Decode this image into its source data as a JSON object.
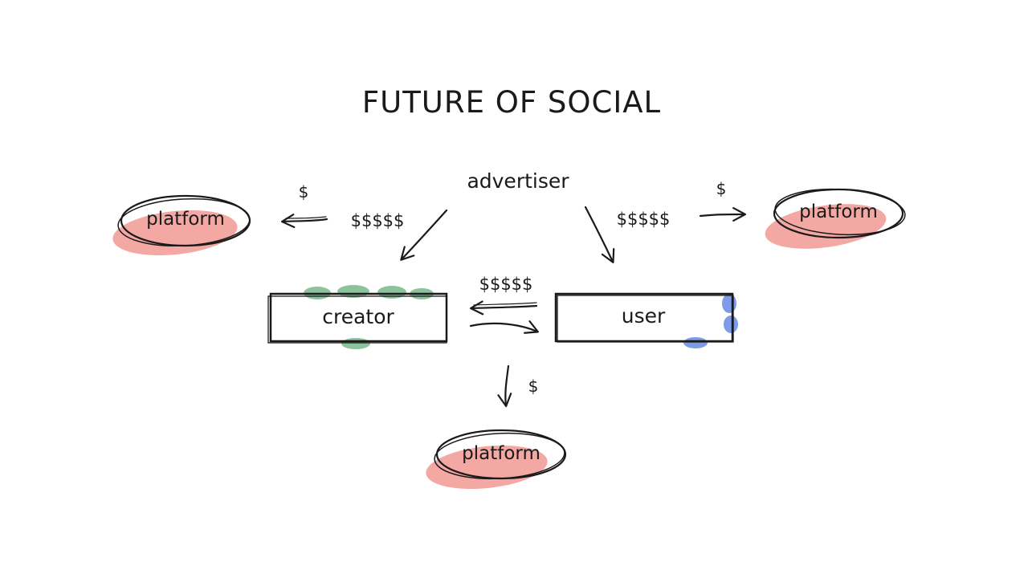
{
  "diagram": {
    "title": "FUTURE OF SOCIAL",
    "nodes": {
      "advertiser": {
        "label": "advertiser",
        "type": "text"
      },
      "platform_left": {
        "label": "platform",
        "type": "ellipse"
      },
      "platform_right": {
        "label": "platform",
        "type": "ellipse"
      },
      "platform_bottom": {
        "label": "platform",
        "type": "ellipse"
      },
      "creator": {
        "label": "creator",
        "type": "rect"
      },
      "user": {
        "label": "user",
        "type": "rect"
      }
    },
    "edges": [
      {
        "from": "advertiser",
        "to": "platform_left",
        "label": "$"
      },
      {
        "from": "advertiser",
        "to": "creator",
        "label": "$$$$$"
      },
      {
        "from": "advertiser",
        "to": "user",
        "label": "$$$$$"
      },
      {
        "from": "advertiser",
        "to": "platform_right",
        "label": "$"
      },
      {
        "from": "user",
        "to": "creator",
        "label": "$$$$$"
      },
      {
        "from": "creator",
        "to": "user",
        "label": ""
      },
      {
        "from": "creator",
        "to": "platform_bottom",
        "label": "$"
      }
    ],
    "colors": {
      "background": "#ffffff",
      "ink": "#1a1a1a",
      "platform_fill": "#f59c9c",
      "platform_shadow": "#f3a8a3",
      "creator_fill": "#9ed0ad",
      "creator_blob": "#8cc39c",
      "user_fill": "#8fa9ea",
      "user_blob": "#7e9be7"
    }
  }
}
